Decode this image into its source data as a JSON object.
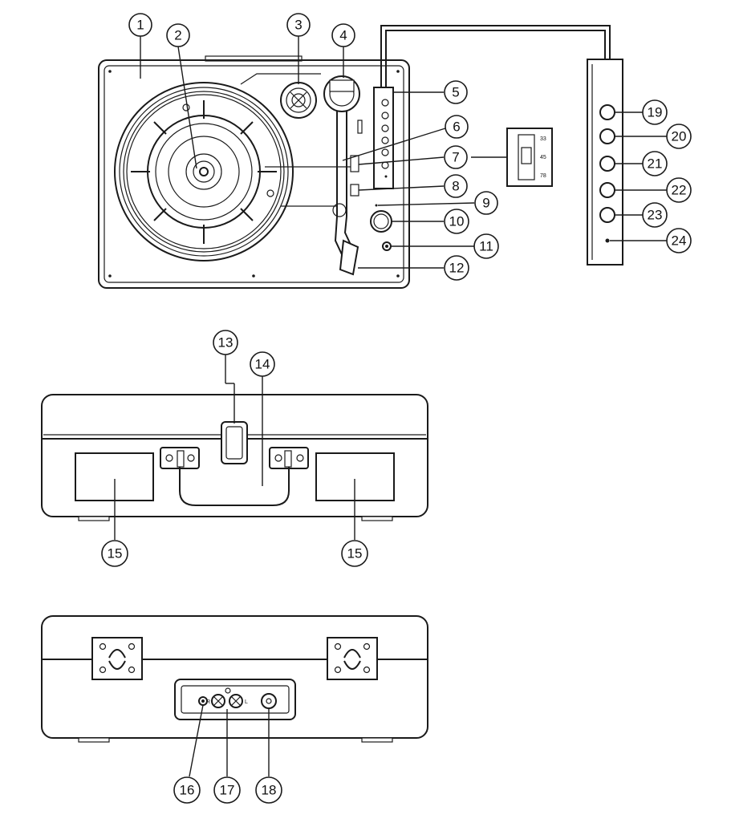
{
  "callouts": [
    {
      "id": "c1",
      "label": "1"
    },
    {
      "id": "c2",
      "label": "2"
    },
    {
      "id": "c3",
      "label": "3"
    },
    {
      "id": "c4",
      "label": "4"
    },
    {
      "id": "c5",
      "label": "5"
    },
    {
      "id": "c6",
      "label": "6"
    },
    {
      "id": "c7",
      "label": "7"
    },
    {
      "id": "c8",
      "label": "8"
    },
    {
      "id": "c9",
      "label": "9"
    },
    {
      "id": "c10",
      "label": "10"
    },
    {
      "id": "c11",
      "label": "11"
    },
    {
      "id": "c12",
      "label": "12"
    },
    {
      "id": "c13",
      "label": "13"
    },
    {
      "id": "c14",
      "label": "14"
    },
    {
      "id": "c15a",
      "label": "15"
    },
    {
      "id": "c15b",
      "label": "15"
    },
    {
      "id": "c16",
      "label": "16"
    },
    {
      "id": "c17",
      "label": "17"
    },
    {
      "id": "c18",
      "label": "18"
    },
    {
      "id": "c19",
      "label": "19"
    },
    {
      "id": "c20",
      "label": "20"
    },
    {
      "id": "c21",
      "label": "21"
    },
    {
      "id": "c22",
      "label": "22"
    },
    {
      "id": "c23",
      "label": "23"
    },
    {
      "id": "c24",
      "label": "24"
    }
  ],
  "speed_switch": {
    "speeds": [
      "33",
      "45",
      "78"
    ]
  },
  "back_panel": {
    "r_label": "R",
    "l_label": "L"
  }
}
